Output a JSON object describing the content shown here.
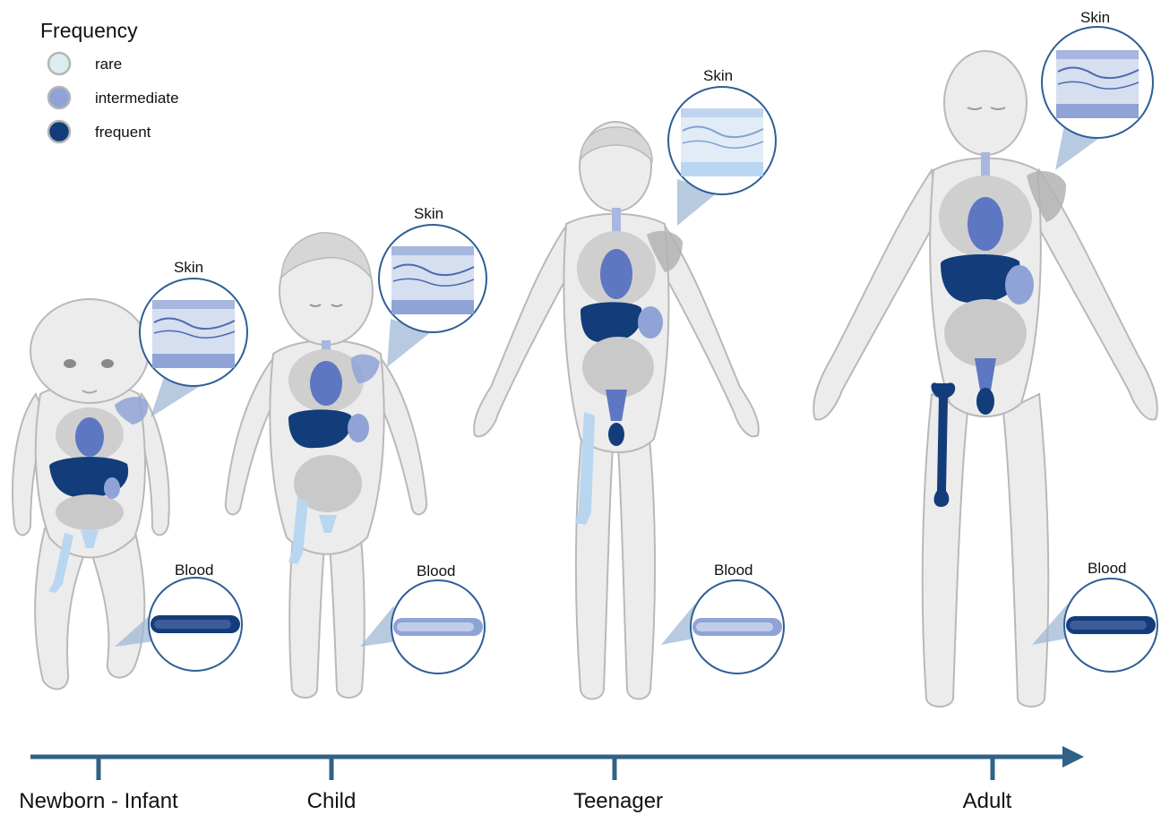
{
  "legend": {
    "title": "Frequency",
    "items": [
      {
        "label": "rare",
        "color": "#dcecf2"
      },
      {
        "label": "intermediate",
        "color": "#8fa3d6"
      },
      {
        "label": "frequent",
        "color": "#123d7a"
      }
    ]
  },
  "colors": {
    "frequent": "#123d7a",
    "intermediate": "#8fa3d6",
    "rare": "#b9d6f0",
    "axis": "#2f6284",
    "callout": "#9fb8d6"
  },
  "callouts": {
    "skin": "Skin",
    "blood": "Blood"
  },
  "stages": [
    {
      "label": "Newborn - Infant",
      "skin_freq": "intermediate",
      "blood_freq": "frequent",
      "liver_freq": "frequent",
      "bone_freq": "rare"
    },
    {
      "label": "Child",
      "skin_freq": "intermediate",
      "blood_freq": "intermediate",
      "liver_freq": "frequent",
      "bone_freq": "rare"
    },
    {
      "label": "Teenager",
      "skin_freq": "rare",
      "blood_freq": "intermediate",
      "liver_freq": "frequent",
      "bone_freq": "rare"
    },
    {
      "label": "Adult",
      "skin_freq": "intermediate",
      "blood_freq": "frequent",
      "liver_freq": "frequent",
      "bone_freq": "frequent"
    }
  ]
}
